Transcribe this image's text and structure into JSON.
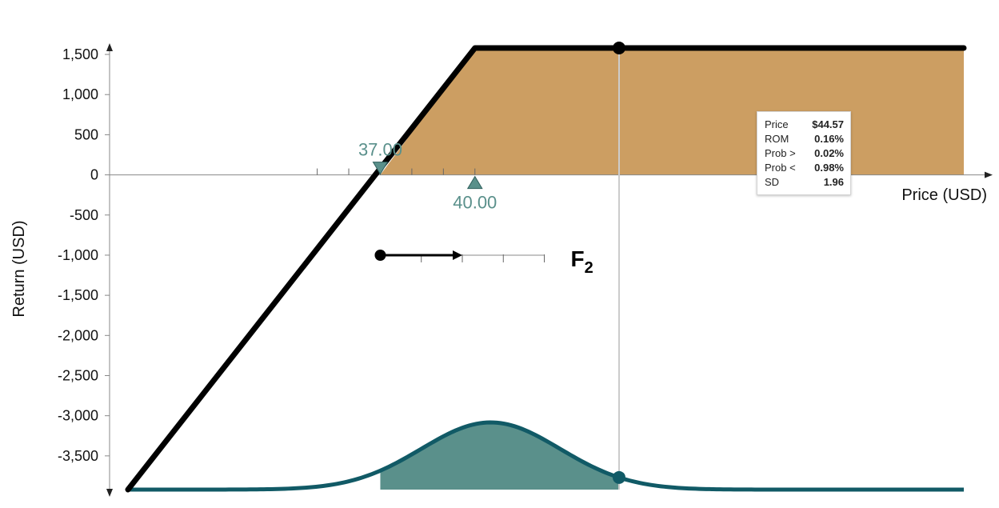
{
  "chart_data": {
    "type": "area",
    "xlabel": "Price (USD)",
    "ylabel": "Return (USD)",
    "xlim": [
      29.0,
      55.5
    ],
    "ylim": [
      -3920,
      1620
    ],
    "yticks": [
      1500,
      1000,
      500,
      0,
      -500,
      -1000,
      -1500,
      -2000,
      -2500,
      -3000,
      -3500
    ],
    "ytick_labels": [
      "1,500",
      "1,000",
      "500",
      "0",
      "-500",
      "-1,000",
      "-1,500",
      "-2,000",
      "-2,500",
      "-3,000",
      "-3,500"
    ],
    "x_minor_ticks": [
      35,
      36,
      37,
      38,
      39,
      40
    ],
    "payoff": {
      "x": [
        29.0,
        40.0,
        55.5
      ],
      "y": [
        -3920,
        1580,
        1580
      ],
      "fill_from_x": 37.0,
      "fill_color": "#cc9e62",
      "line_color": "#000000"
    },
    "distribution": {
      "mean": 40.5,
      "sd": 2.2,
      "x_range": [
        29.0,
        55.5
      ],
      "shade_range": [
        37.0,
        44.57
      ],
      "line_color": "#115a66",
      "fill_color": "#5a908b"
    },
    "markers": [
      {
        "label": "37.00",
        "x": 37.0,
        "shape": "triangle-down",
        "color": "#5a908b"
      },
      {
        "label": "40.00",
        "x": 40.0,
        "shape": "triangle-up",
        "color": "#5a908b"
      }
    ],
    "cursor": {
      "x": 44.57,
      "y": 1580,
      "line_color": "#cccccc",
      "point_color": "#000000",
      "dist_point_color": "#115a66"
    },
    "range_indicator": {
      "start": 37.0,
      "arrow_end": 39.6,
      "end": 42.2,
      "ticks": [
        38.3,
        39.6,
        40.9,
        42.2
      ],
      "label_main": "F",
      "label_sub": "2"
    }
  },
  "tooltip": {
    "rows": [
      {
        "label": "Price",
        "value": "$44.57"
      },
      {
        "label": "ROM",
        "value": "0.16%"
      },
      {
        "label": "Prob >",
        "value": "0.02%"
      },
      {
        "label": "Prob <",
        "value": "0.98%"
      },
      {
        "label": "SD",
        "value": "1.96"
      }
    ]
  }
}
